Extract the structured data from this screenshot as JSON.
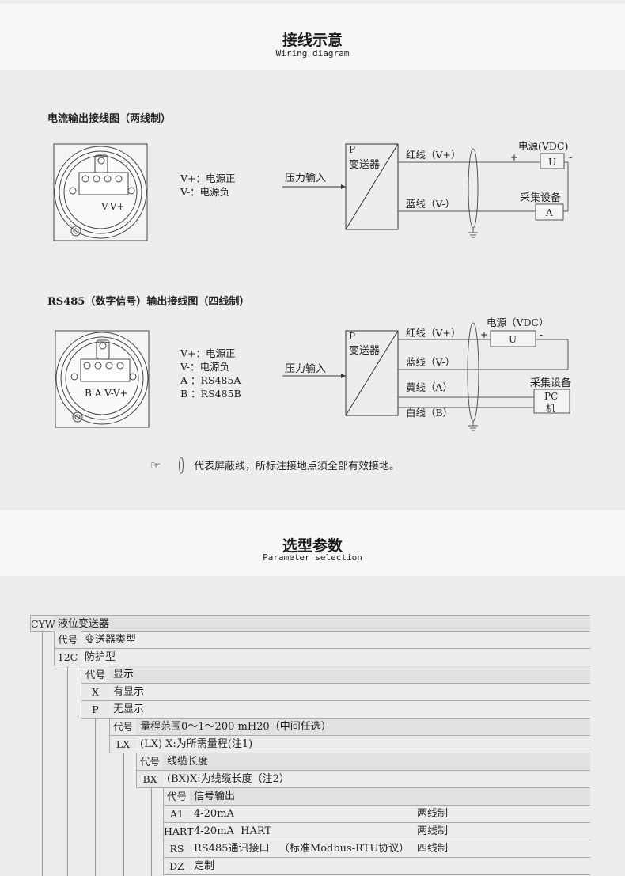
{
  "wiring": {
    "title": "接线示意",
    "subtitle": "Wiring diagram"
  },
  "diagram1": {
    "title": "电流输出接线图（两线制）",
    "terminal_label": "V-V+",
    "legend": [
      "V+：电源正",
      "V-：电源负"
    ],
    "input": "压力输入",
    "p": "P",
    "transmitter": "变送器",
    "red": "红线（V+）",
    "blue": "蓝线（V-）",
    "power": "电源(VDC)",
    "plus": "+",
    "minus": "-",
    "u": "U",
    "collector": "采集设备",
    "a": "A"
  },
  "diagram2": {
    "title": "RS485（数字信号）输出接线图（四线制）",
    "terminal_label": "B A V-V+",
    "legend": [
      "V+：电源正",
      "V-：电源负",
      "A ：RS485A",
      "B ：RS485B"
    ],
    "input": "压力输入",
    "p": "P",
    "transmitter": "变送器",
    "red": "红线（V+）",
    "blue": "蓝线（V-）",
    "yellow": "黄线（A）",
    "white": "白线（B）",
    "power": "电源（VDC）",
    "plus": "+",
    "minus": "-",
    "u": "U",
    "collector": "采集设备",
    "pc1": "PC",
    "pc2": "机"
  },
  "note": {
    "text": "代表屏蔽线，所标注接地点须全部有效接地。",
    "icon": "pointing-hand-icon"
  },
  "params": {
    "title": "选型参数",
    "subtitle": "Parameter selection"
  },
  "table": [
    {
      "code": "CYW",
      "desc": "液位变送器",
      "shaded": true
    },
    {
      "code": "代号",
      "desc": "变送器类型",
      "shaded": false
    },
    {
      "code": "12C",
      "desc": "防护型",
      "shaded": false
    },
    {
      "code": "代号",
      "desc": "显示",
      "shaded": true
    },
    {
      "code": "X",
      "desc": "有显示",
      "shaded": false
    },
    {
      "code": "P",
      "desc": "无显示",
      "shaded": false
    },
    {
      "code": "代号",
      "desc": "量程范围0～1～200 mH20（中间任选）",
      "shaded": true
    },
    {
      "code": "LX",
      "desc": "(LX) X:为所需量程(注1)",
      "shaded": false
    },
    {
      "code": "代号",
      "desc": "线缆长度",
      "shaded": true
    },
    {
      "code": "BX",
      "desc": "(BX)X:为线缆长度（注2）",
      "shaded": false
    },
    {
      "code": "代号",
      "desc": "信号输出",
      "shaded": true
    },
    {
      "code": "A1",
      "desc": "4-20mA",
      "extra": "两线制",
      "shaded": false
    },
    {
      "code": "HART",
      "desc": "4-20mA  HART",
      "extra": "两线制",
      "shaded": false
    },
    {
      "code": "RS",
      "desc": "RS485通讯接口   （标准Modbus-RTU协议）",
      "extra": "四线制",
      "shaded": false
    },
    {
      "code": "DZ",
      "desc": "定制",
      "shaded": false
    }
  ]
}
